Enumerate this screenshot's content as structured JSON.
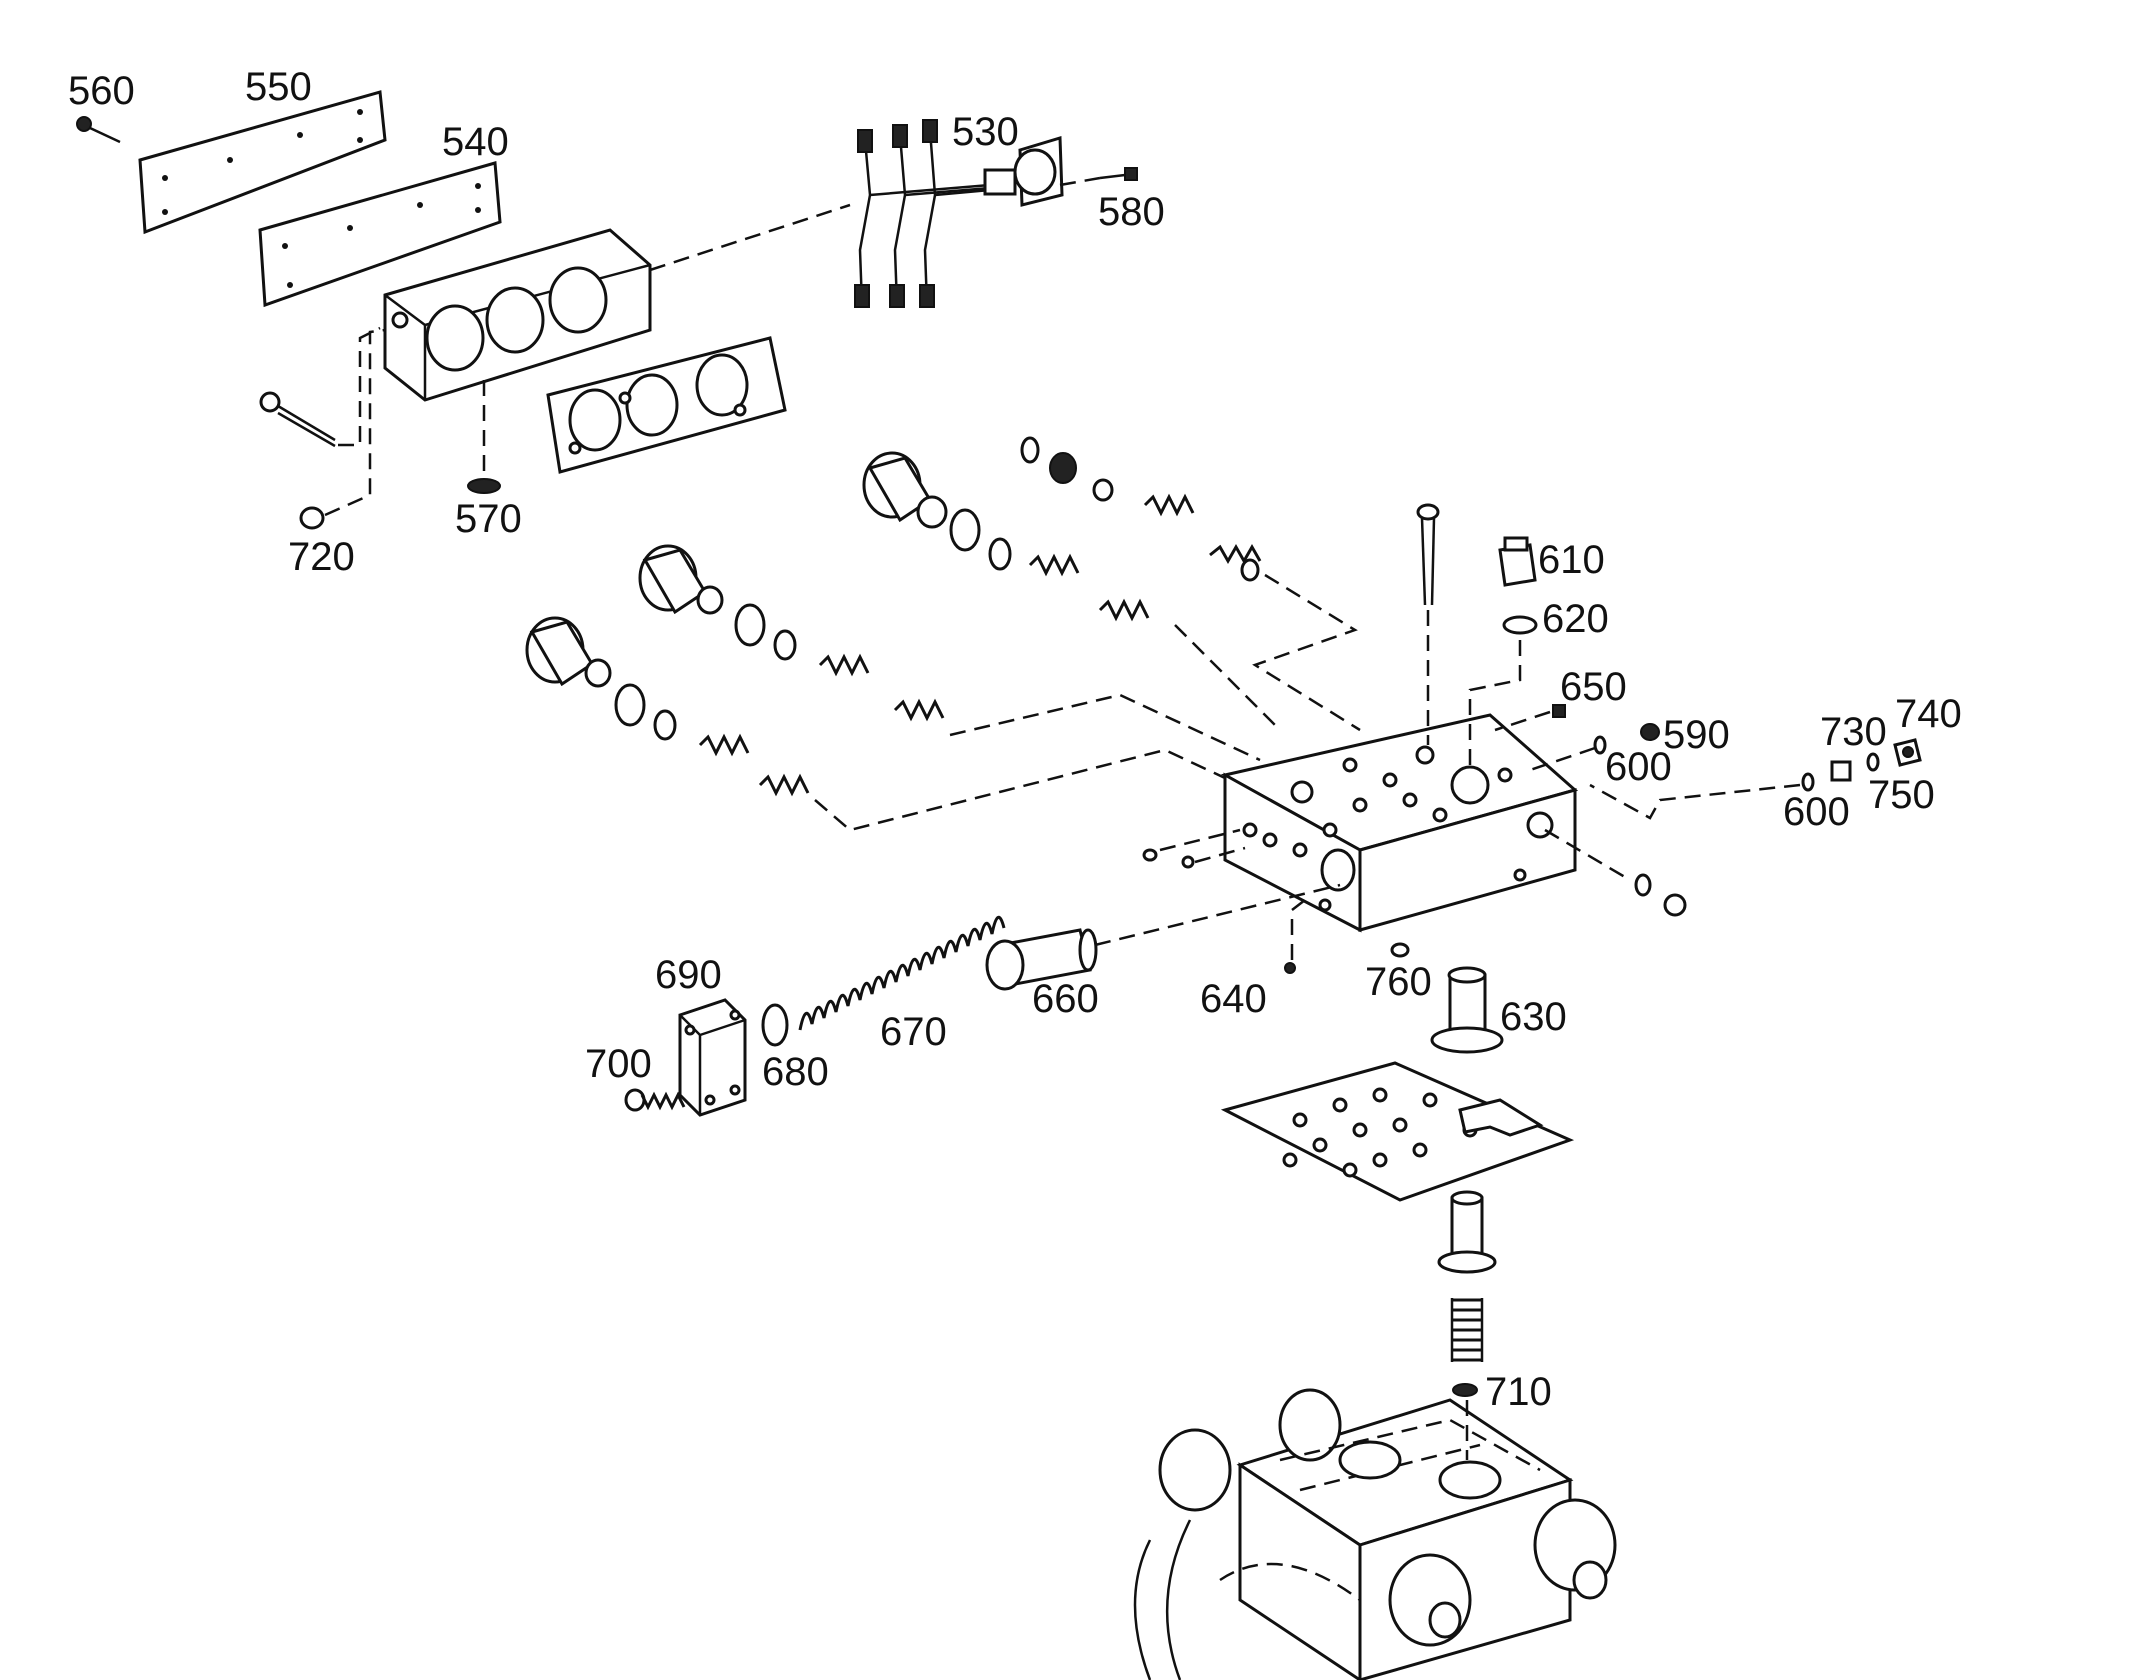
{
  "diagram": {
    "labels": {
      "p530": "530",
      "p540": "540",
      "p550": "550",
      "p560": "560",
      "p570": "570",
      "p580": "580",
      "p590": "590",
      "p600a": "600",
      "p600b": "600",
      "p610": "610",
      "p620": "620",
      "p630": "630",
      "p640": "640",
      "p650": "650",
      "p660": "660",
      "p670": "670",
      "p680": "680",
      "p690": "690",
      "p700": "700",
      "p710": "710",
      "p720": "720",
      "p730": "730",
      "p740": "740",
      "p750": "750",
      "p760": "760"
    }
  }
}
